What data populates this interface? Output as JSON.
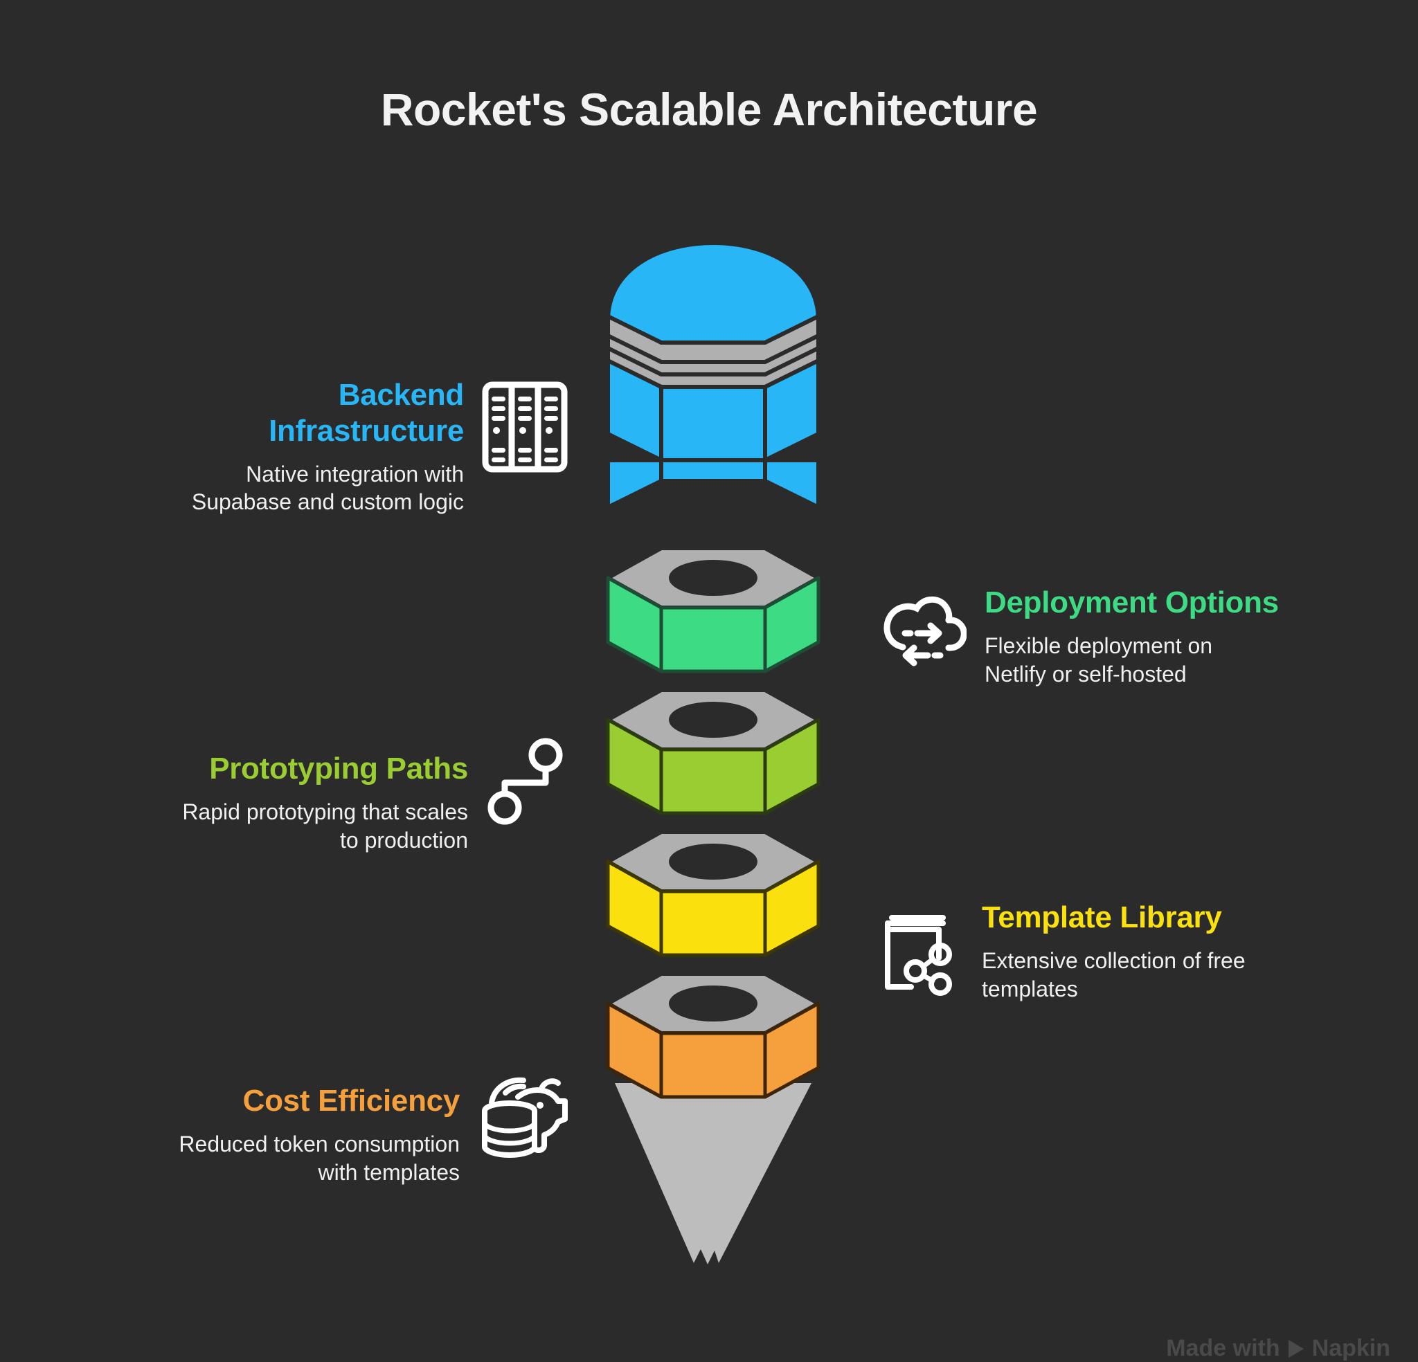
{
  "page": {
    "title": "Rocket's Scalable Architecture",
    "background_color": "#2b2b2b",
    "text_color": "#f0f0f0"
  },
  "watermark": {
    "prefix": "Made with",
    "brand": "Napkin",
    "logo_icon": "play-triangle-icon"
  },
  "features": [
    {
      "id": "backend-infrastructure",
      "side": "left",
      "title": "Backend\nInfrastructure",
      "description": "Native integration with\nSupabase and custom logic",
      "color": "#29B6F6",
      "icon": "server-rack-icon"
    },
    {
      "id": "deployment-options",
      "side": "right",
      "title": "Deployment Options",
      "description": "Flexible deployment on\nNetlify or self-hosted",
      "color": "#3DDC84",
      "icon": "cloud-sync-icon"
    },
    {
      "id": "prototyping-paths",
      "side": "left",
      "title": "Prototyping Paths",
      "description": "Rapid prototyping that scales\nto production",
      "color": "#9ACD32",
      "icon": "node-path-icon"
    },
    {
      "id": "template-library",
      "side": "right",
      "title": "Template Library",
      "description": "Extensive collection of free\ntemplates",
      "color": "#FAE10E",
      "icon": "book-share-icon"
    },
    {
      "id": "cost-efficiency",
      "side": "left",
      "title": "Cost Efficiency",
      "description": "Reduced token consumption\nwith templates",
      "color": "#F5A03C",
      "icon": "piggy-bank-coins-icon"
    }
  ],
  "stack": {
    "label": "bolt-and-nuts-stack",
    "gray": "#b0b0b0",
    "gray_dark": "#a0a0a0",
    "outline": "#2b2b2b",
    "pieces": [
      {
        "id": "bolt-head-blue",
        "shape": "domed-hex-bolt-head",
        "color": "#29B6F6",
        "linked_feature": "backend-infrastructure"
      },
      {
        "id": "hex-nut-green",
        "shape": "hex-nut",
        "color": "#3DDC84",
        "linked_feature": "deployment-options"
      },
      {
        "id": "hex-nut-lime",
        "shape": "hex-nut",
        "color": "#9ACD32",
        "linked_feature": "prototyping-paths"
      },
      {
        "id": "hex-nut-yellow",
        "shape": "hex-nut",
        "color": "#FAE10E",
        "linked_feature": "template-library"
      },
      {
        "id": "hex-nut-orange",
        "shape": "hex-nut-with-tip",
        "color": "#F5A03C",
        "linked_feature": "cost-efficiency"
      }
    ]
  }
}
